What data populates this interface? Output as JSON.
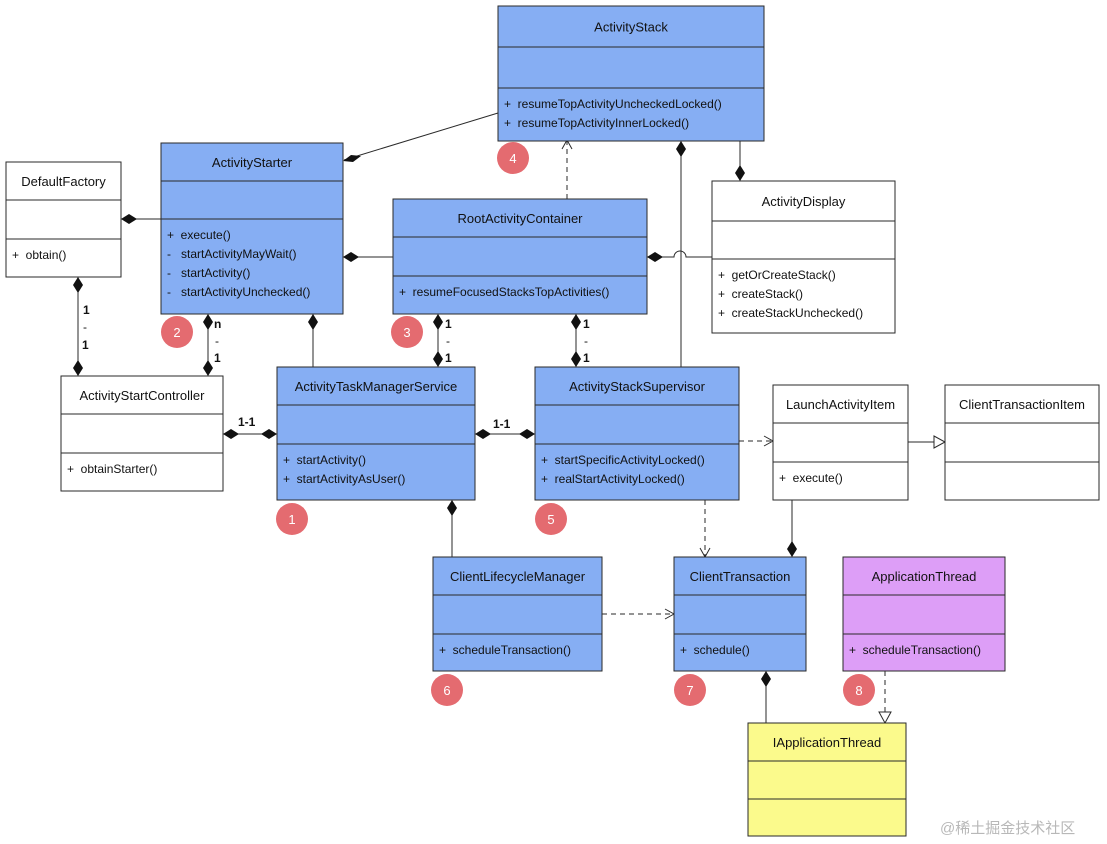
{
  "colors": {
    "blue": "#86aef3",
    "purple": "#dd9ef7",
    "yellow": "#fbfa8c",
    "white": "#ffffff",
    "border": "#2a2a2a",
    "badge": "#e46b70"
  },
  "classes": {
    "activity_stack": {
      "name": "ActivityStack",
      "ops": [
        "+  resumeTopActivityUncheckedLocked()",
        "+  resumeTopActivityInnerLocked()"
      ]
    },
    "default_factory": {
      "name": "DefaultFactory",
      "ops": [
        "+  obtain()"
      ]
    },
    "activity_starter": {
      "name": "ActivityStarter",
      "ops": [
        "+  execute()",
        "-   startActivityMayWait()",
        "-   startActivity()",
        "-   startActivityUnchecked()"
      ]
    },
    "root_activity_container": {
      "name": "RootActivityContainer",
      "ops": [
        "+  resumeFocusedStacksTopActivities()"
      ]
    },
    "activity_display": {
      "name": "ActivityDisplay",
      "ops": [
        "+  getOrCreateStack()",
        "+  createStack()",
        "+  createStackUnchecked()"
      ]
    },
    "activity_start_controller": {
      "name": "ActivityStartController",
      "ops": [
        "+  obtainStarter()"
      ]
    },
    "activity_task_manager_service": {
      "name": "ActivityTaskManagerService",
      "ops": [
        "+  startActivity()",
        "+  startActivityAsUser()"
      ]
    },
    "activity_stack_supervisor": {
      "name": "ActivityStackSupervisor",
      "ops": [
        "+  startSpecificActivityLocked()",
        "+  realStartActivityLocked()"
      ]
    },
    "launch_activity_item": {
      "name": "LaunchActivityItem",
      "ops": [
        "+  execute()"
      ]
    },
    "client_transaction_item": {
      "name": "ClientTransactionItem",
      "ops": []
    },
    "client_lifecycle_manager": {
      "name": "ClientLifecycleManager",
      "ops": [
        "+  scheduleTransaction()"
      ]
    },
    "client_transaction": {
      "name": "ClientTransaction",
      "ops": [
        "+  schedule()"
      ]
    },
    "application_thread": {
      "name": "ApplicationThread",
      "ops": [
        "+  scheduleTransaction()"
      ]
    },
    "iapplication_thread": {
      "name": "IApplicationThread",
      "ops": []
    }
  },
  "multiplicities": {
    "df_one": "1",
    "df_dash": "-",
    "df_one2": "1",
    "as_n": "n",
    "as_dash": "-",
    "as_one": "1",
    "rac_one": "1",
    "rac_dash": "-",
    "rac_one2": "1",
    "ass_one": "1",
    "ass_dash": "-",
    "ass_one2": "1",
    "asc_atms": "1-1",
    "atms_ass": "1-1"
  },
  "badges": [
    "1",
    "2",
    "3",
    "4",
    "5",
    "6",
    "7",
    "8"
  ],
  "watermark": "@稀土掘金技术社区"
}
